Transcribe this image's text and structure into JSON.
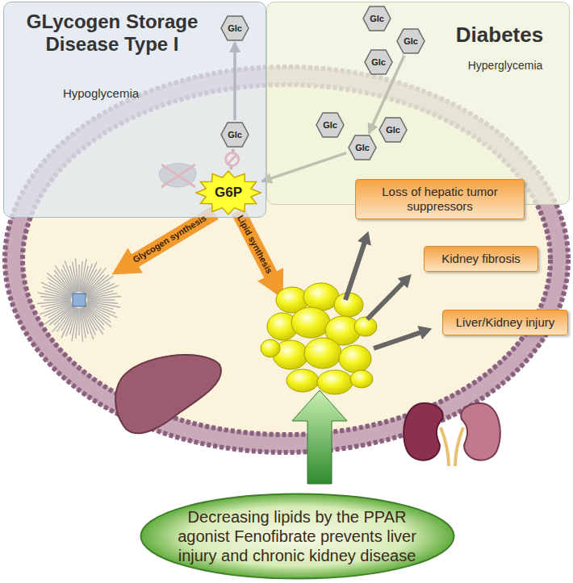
{
  "diagram": {
    "nodes": [
      {
        "text": [
          "GLycogen Storage Disease Type I",
          "Hypoglycemia"
        ]
      },
      {
        "text": [
          "Glc"
        ],
        "in": 0
      },
      {
        "text": [
          "Glc"
        ],
        "in": 0
      },
      {
        "text": [
          "Diabetes",
          "Hyperglycemia"
        ]
      },
      {
        "text": [
          "Glc"
        ],
        "in": 3
      },
      {
        "text": [
          "Glc"
        ],
        "in": 3
      },
      {
        "text": [
          "Glc"
        ],
        "in": 3
      },
      {
        "text": [
          "Glc"
        ],
        "in": 3
      },
      {
        "text": [
          "Glc"
        ],
        "in": 3
      },
      {
        "text": [
          "Glc"
        ],
        "in": 3
      },
      {
        "text": [
          "G6P"
        ]
      },
      {
        "text": [
          "Loss of hepatic tumor suppressors"
        ]
      },
      {
        "text": [
          "Kidney fibrosis"
        ]
      },
      {
        "text": [
          "Liver/Kidney injury"
        ]
      },
      {
        "text": [
          "Decreasing lipids by the PPAR agonist Fenofibrate prevents liver injury and chronic kidney disease"
        ]
      }
    ],
    "edges": [
      {
        "from": 2,
        "to": 1,
        "arrow": "to"
      },
      {
        "from": 10,
        "to": 2,
        "arrow": "none"
      },
      {
        "from": 5,
        "to": 8,
        "arrow": "to"
      },
      {
        "from": 8,
        "to": 10,
        "arrow": "to"
      }
    ],
    "labels": [
      "Glycogen synthesis",
      "Lipid synthesis"
    ]
  }
}
